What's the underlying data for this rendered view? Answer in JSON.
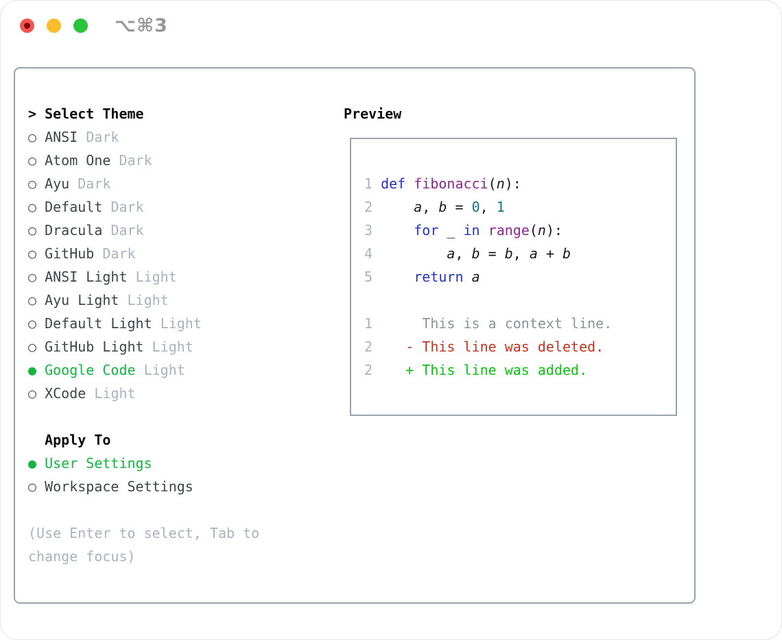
{
  "window": {
    "title": "⌥⌘3"
  },
  "colors": {
    "selected_green": "#12b542",
    "diff_added": "#08c40e",
    "diff_deleted": "#c53420",
    "syntax_keyword": "#2633c5",
    "syntax_function": "#8f2790",
    "syntax_number": "#0f7575",
    "muted_gray": "#a9b3bf",
    "border_gray": "#99a3ae"
  },
  "theme_panel": {
    "header_text": "> Select Theme",
    "themes": [
      {
        "name": "ANSI",
        "variant": "Dark",
        "selected": false
      },
      {
        "name": "Atom One",
        "variant": "Dark",
        "selected": false
      },
      {
        "name": "Ayu",
        "variant": "Dark",
        "selected": false
      },
      {
        "name": "Default",
        "variant": "Dark",
        "selected": false
      },
      {
        "name": "Dracula",
        "variant": "Dark",
        "selected": false
      },
      {
        "name": "GitHub",
        "variant": "Dark",
        "selected": false
      },
      {
        "name": "ANSI Light",
        "variant": "Light",
        "selected": false
      },
      {
        "name": "Ayu Light",
        "variant": "Light",
        "selected": false
      },
      {
        "name": "Default Light",
        "variant": "Light",
        "selected": false
      },
      {
        "name": "GitHub Light",
        "variant": "Light",
        "selected": false
      },
      {
        "name": "Google Code",
        "variant": "Light",
        "selected": true
      },
      {
        "name": "XCode",
        "variant": "Light",
        "selected": false
      }
    ],
    "apply_to": {
      "header_text": "  Apply To",
      "options": [
        {
          "label": "User Settings",
          "selected": true
        },
        {
          "label": "Workspace Settings",
          "selected": false
        }
      ]
    },
    "hint_lines": [
      "(Use Enter to select, Tab to",
      "change focus)"
    ]
  },
  "preview": {
    "label": "Preview",
    "lines": [
      {
        "name": "code-line-1",
        "segments": [
          {
            "t": "1 ",
            "c": "ln"
          },
          {
            "t": "def ",
            "c": "kw"
          },
          {
            "t": "fibonacci",
            "c": "fn"
          },
          {
            "t": "(",
            "c": "pl"
          },
          {
            "t": "n",
            "c": "va"
          },
          {
            "t": "):",
            "c": "pl"
          }
        ]
      },
      {
        "name": "code-line-2",
        "segments": [
          {
            "t": "2 ",
            "c": "ln"
          },
          {
            "t": "    ",
            "c": "pl"
          },
          {
            "t": "a",
            "c": "va"
          },
          {
            "t": ", ",
            "c": "pl"
          },
          {
            "t": "b",
            "c": "va"
          },
          {
            "t": " = ",
            "c": "pl"
          },
          {
            "t": "0",
            "c": "nu"
          },
          {
            "t": ", ",
            "c": "pl"
          },
          {
            "t": "1",
            "c": "nu"
          }
        ]
      },
      {
        "name": "code-line-3",
        "segments": [
          {
            "t": "3 ",
            "c": "ln"
          },
          {
            "t": "    ",
            "c": "pl"
          },
          {
            "t": "for",
            "c": "kw"
          },
          {
            "t": " _ ",
            "c": "pl"
          },
          {
            "t": "in",
            "c": "kw"
          },
          {
            "t": " ",
            "c": "pl"
          },
          {
            "t": "range",
            "c": "fn"
          },
          {
            "t": "(",
            "c": "pl"
          },
          {
            "t": "n",
            "c": "va"
          },
          {
            "t": "):",
            "c": "pl"
          }
        ]
      },
      {
        "name": "code-line-4",
        "segments": [
          {
            "t": "4 ",
            "c": "ln"
          },
          {
            "t": "        ",
            "c": "pl"
          },
          {
            "t": "a",
            "c": "va"
          },
          {
            "t": ", ",
            "c": "pl"
          },
          {
            "t": "b",
            "c": "va"
          },
          {
            "t": " = ",
            "c": "pl"
          },
          {
            "t": "b",
            "c": "va"
          },
          {
            "t": ", ",
            "c": "pl"
          },
          {
            "t": "a",
            "c": "va"
          },
          {
            "t": " + ",
            "c": "pl"
          },
          {
            "t": "b",
            "c": "va"
          }
        ]
      },
      {
        "name": "code-line-5",
        "segments": [
          {
            "t": "5 ",
            "c": "ln"
          },
          {
            "t": "    ",
            "c": "pl"
          },
          {
            "t": "return",
            "c": "kw"
          },
          {
            "t": " ",
            "c": "pl"
          },
          {
            "t": "a",
            "c": "va"
          }
        ]
      },
      {
        "name": "blank-line",
        "segments": []
      },
      {
        "name": "diff-context-line",
        "segments": [
          {
            "t": "1",
            "c": "ln"
          },
          {
            "t": "      ",
            "c": "pl"
          },
          {
            "t": "This is a context line.",
            "c": "ctx"
          }
        ]
      },
      {
        "name": "diff-deleted-line",
        "segments": [
          {
            "t": "2",
            "c": "ln"
          },
          {
            "t": "    ",
            "c": "pl"
          },
          {
            "t": "- This line was deleted.",
            "c": "del"
          }
        ]
      },
      {
        "name": "diff-added-line",
        "segments": [
          {
            "t": "2",
            "c": "ln"
          },
          {
            "t": "    ",
            "c": "pl"
          },
          {
            "t": "+ This line was added.",
            "c": "add"
          }
        ]
      }
    ]
  }
}
